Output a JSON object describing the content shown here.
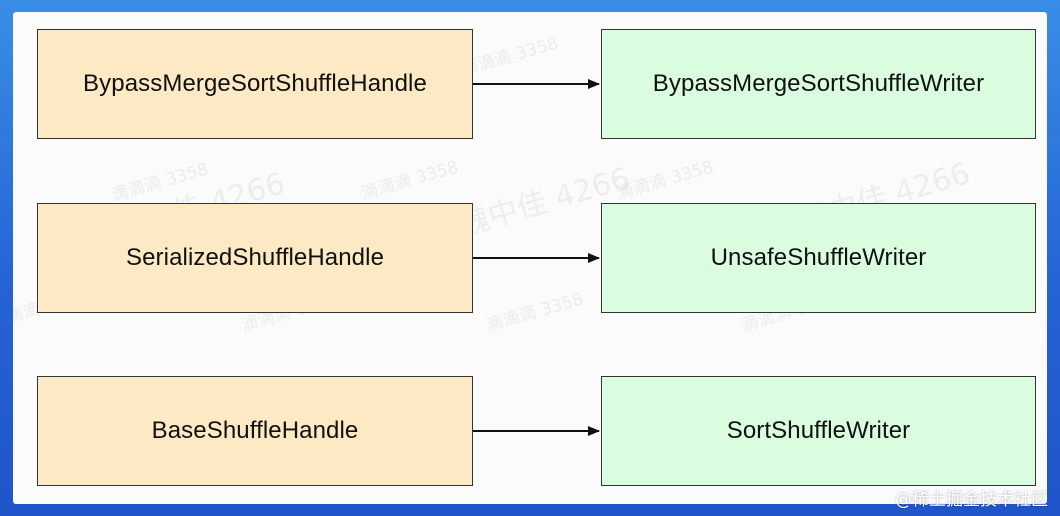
{
  "diagram": {
    "rows": [
      {
        "handle": "BypassMergeSortShuffleHandle",
        "writer": "BypassMergeSortShuffleWriter"
      },
      {
        "handle": "SerializedShuffleHandle",
        "writer": "UnsafeShuffleWriter"
      },
      {
        "handle": "BaseShuffleHandle",
        "writer": "SortShuffleWriter"
      }
    ]
  },
  "watermarks": {
    "small": "滴滴滴 3358",
    "big": "魏中佳 4266"
  },
  "footer": {
    "text": "@稀土掘金技术社区"
  },
  "colors": {
    "handle_fill": "#fde9c4",
    "writer_fill": "#dafde0",
    "background_frame": "#2f6fd8"
  }
}
